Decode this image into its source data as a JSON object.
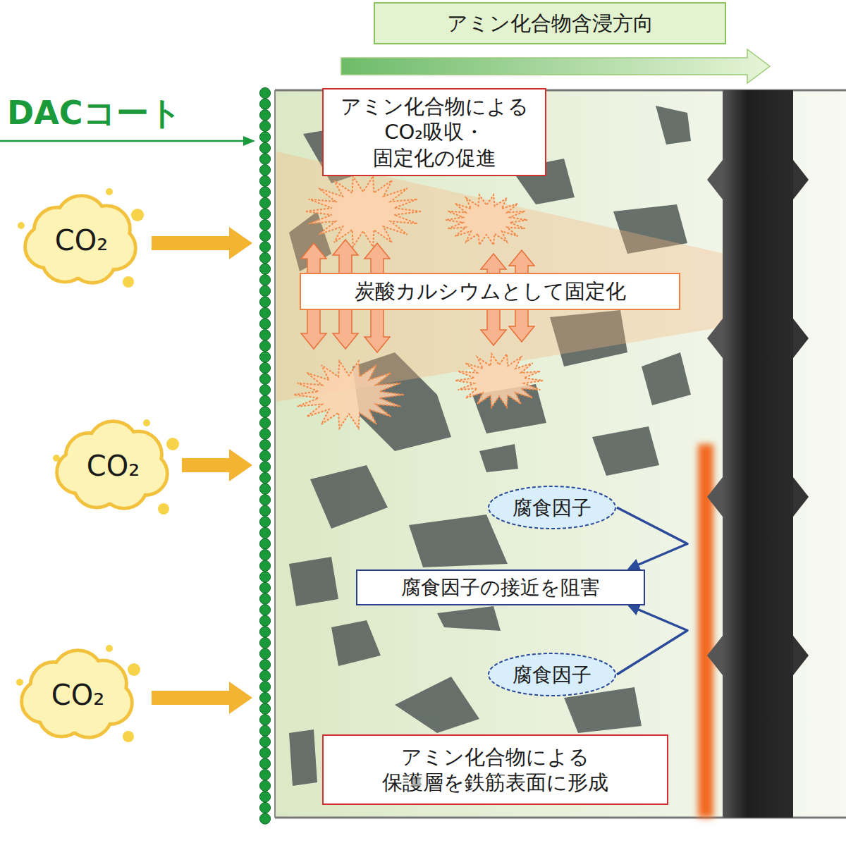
{
  "diagram": {
    "nodes": [
      {
        "text": [
          "アミン化合物含浸方向"
        ]
      },
      {
        "text": [
          "アミン化合物による CO₂吸収・固定化の促進"
        ]
      },
      {
        "text": [
          "CO₂"
        ]
      },
      {
        "text": [
          "炭酸カルシウムとして固定化"
        ]
      },
      {
        "text": [
          "CO₂"
        ]
      },
      {
        "text": [
          "腐食因子"
        ]
      },
      {
        "text": [
          "腐食因子の接近を阻害"
        ]
      },
      {
        "text": [
          "腐食因子"
        ]
      },
      {
        "text": [
          "CO₂"
        ]
      },
      {
        "text": [
          "アミン化合物による 保護層を鉄筋表面に形成"
        ]
      }
    ],
    "edges": [
      {
        "from": 5,
        "to": 6,
        "arrow": "to"
      },
      {
        "from": 7,
        "to": 6,
        "arrow": "to"
      }
    ],
    "labels": [
      "DACコート"
    ]
  }
}
